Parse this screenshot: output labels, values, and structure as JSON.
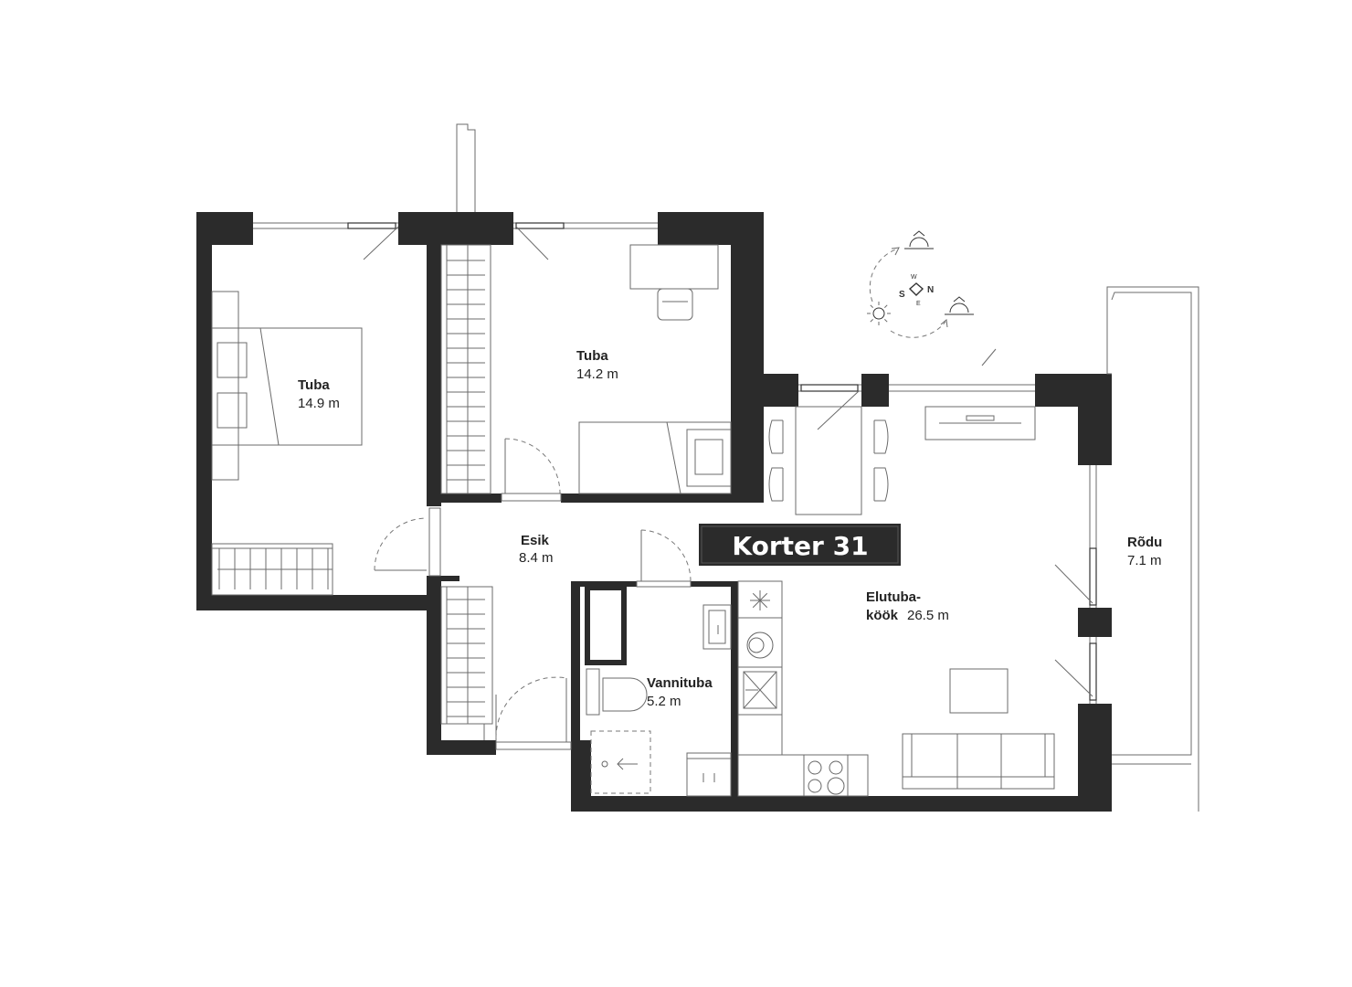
{
  "apartment": {
    "label": "Korter 31"
  },
  "rooms": [
    {
      "id": "bedroom-1",
      "name": "Tuba",
      "area": "14.9 m"
    },
    {
      "id": "bedroom-2",
      "name": "Tuba",
      "area": "14.2 m"
    },
    {
      "id": "hall",
      "name": "Esik",
      "area": "8.4 m"
    },
    {
      "id": "bathroom",
      "name": "Vannituba",
      "area": "5.2 m"
    },
    {
      "id": "living-kitchen",
      "name_line1": "Elutuba-",
      "name_line2": "köök",
      "area": "26.5 m"
    },
    {
      "id": "balcony",
      "name": "Rõdu",
      "area": "7.1 m"
    }
  ],
  "compass": {
    "north": "N",
    "south": "S",
    "west": "W",
    "east": "E"
  },
  "colors": {
    "wall": "#2b2b2b",
    "badge_bg": "#2b2b2b",
    "badge_text": "#ffffff",
    "line": "#6b6b6b"
  }
}
